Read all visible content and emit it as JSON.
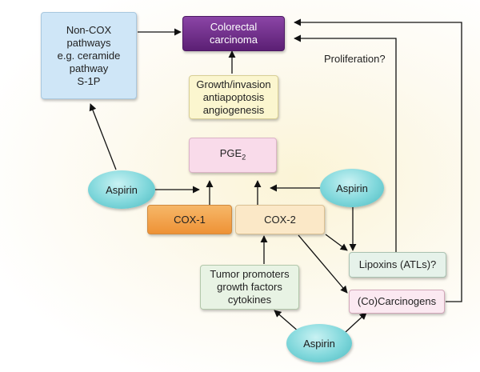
{
  "nodes": {
    "colorectal_carcinoma": "Colorectal\ncarcinoma",
    "non_cox_pathways": "Non-COX\npathways\ne.g. ceramide\npathway\nS-1P",
    "growth_invasion": "Growth/invasion\nantiapoptosis\nangiogenesis",
    "pge2_base": "PGE",
    "pge2_sub": "2",
    "cox1": "COX-1",
    "cox2": "COX-2",
    "aspirin_left": "Aspirin",
    "aspirin_right": "Aspirin",
    "aspirin_bottom": "Aspirin",
    "lipoxins": "Lipoxins (ATLs)?",
    "co_carcinogens": "(Co)Carcinogens",
    "tumor_promoters": "Tumor promoters\ngrowth factors\ncytokines"
  },
  "labels": {
    "proliferation": "Proliferation?"
  },
  "colors": {
    "carcinoma": "#6b2a86",
    "non_cox": "#cfe6f7",
    "growth": "#fbf6cf",
    "pge2": "#f9dbea",
    "cox1": "#f3a64f",
    "cox2": "#fbe8c7",
    "lipoxins": "#e6f2ea",
    "carcinogens": "#fbe9f1",
    "tumor": "#e8f3e4",
    "aspirin": "#6ed0d5"
  }
}
